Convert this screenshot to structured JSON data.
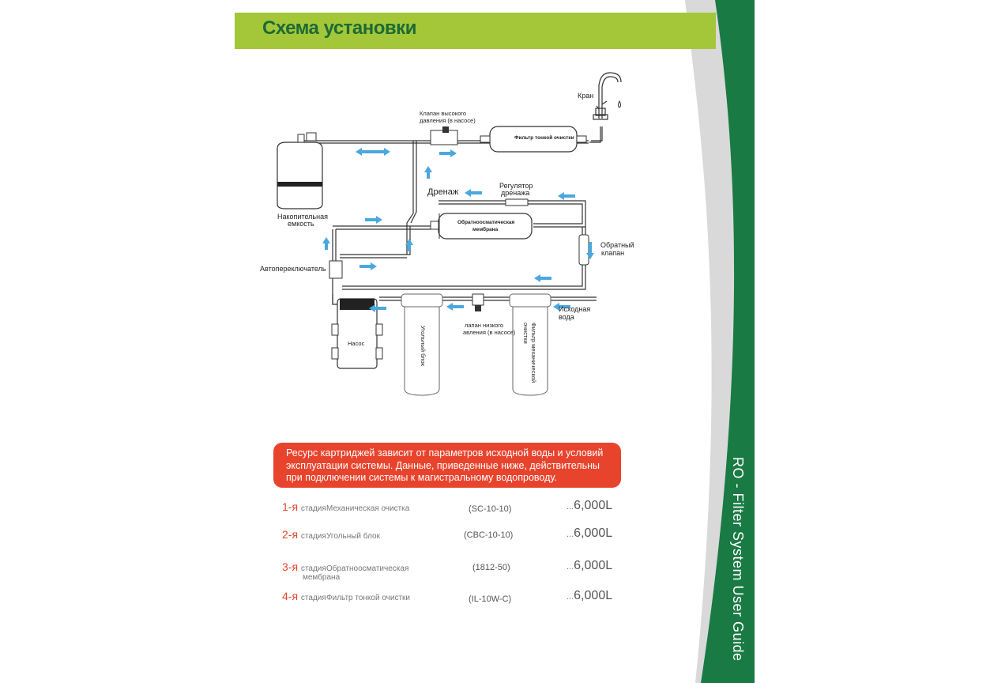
{
  "header": {
    "title": "Схема установки"
  },
  "sidebar": {
    "vertical_text": "RO - Filter System User Guide",
    "green": "#1a7a44"
  },
  "diagram": {
    "labels": {
      "faucet": "Кран",
      "hp_valve_1": "Клапан высокого",
      "hp_valve_2": "давления (в насосе)",
      "fine_filter": "Фильтр тонкой очистки",
      "drain": "Дренаж",
      "drain_reg_1": "Регулятор",
      "drain_reg_2": "дренажа",
      "tank_1": "Накопительная",
      "tank_2": "емкость",
      "membrane_1": "Обратноосматическая",
      "membrane_2": "мембрана",
      "check_valve_1": "Обратный",
      "check_valve_2": "клапан",
      "auto_switch": "Автопереключатель",
      "source_1": "Исходная",
      "source_2": "вода",
      "lp_valve_1": "лапан низкого",
      "lp_valve_2": "авления (в насосе)",
      "pump": "Насос",
      "carbon": "Угольный блок",
      "mech_1": "Фильтр механической",
      "mech_2": "очистки"
    }
  },
  "notice": {
    "lines": [
      "Ресурс картриджей зависит от параметров исходной воды и условий",
      "эксплуатации системы. Данные, приведенные ниже, действительны",
      "при подключении системы к магистральному водопроводу."
    ],
    "color": "#e8442d"
  },
  "stages": [
    {
      "num": "1-я",
      "word": "стадия",
      "name": "Механическая очистка",
      "name2": "",
      "code": "(SC-10-10)",
      "dots": "...",
      "capacity": "6,000L"
    },
    {
      "num": "2-я",
      "word": "стадия",
      "name": "Угольный блок",
      "name2": "",
      "code": "(CBC-10-10)",
      "dots": "...",
      "capacity": "6,000L"
    },
    {
      "num": "3-я",
      "word": "стадия",
      "name": "Обратноосматическая",
      "name2": "мембрана",
      "code": "(1812-50)",
      "dots": "...",
      "capacity": "6,000L"
    },
    {
      "num": "4-я",
      "word": "стадия",
      "name": "Фильтр тонкой очистки",
      "name2": "",
      "code": "(IL-10W-C)",
      "dots": "...",
      "capacity": "6,000L"
    }
  ]
}
